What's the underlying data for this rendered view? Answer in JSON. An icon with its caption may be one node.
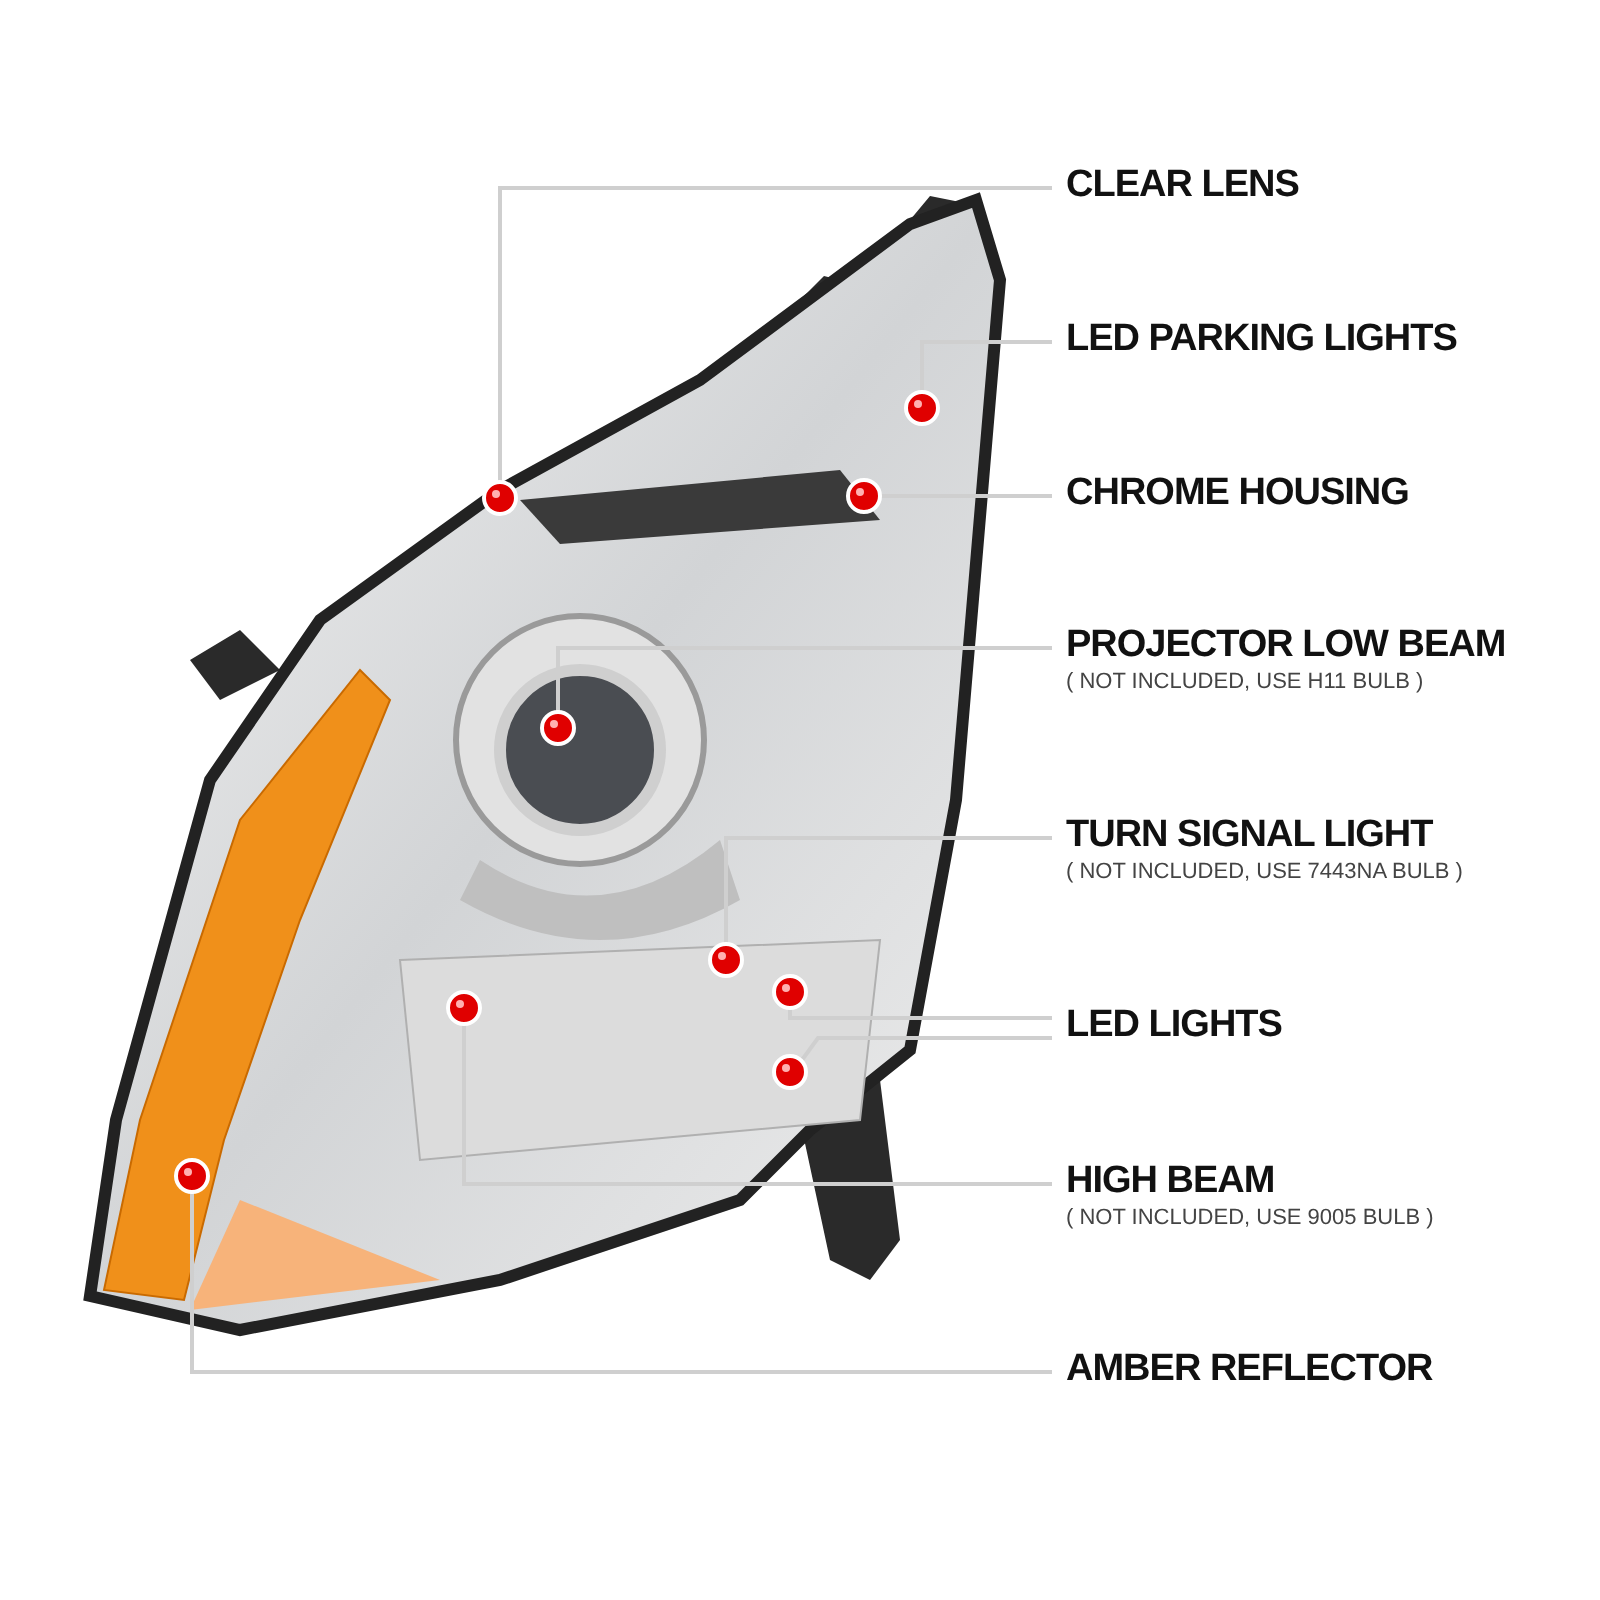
{
  "diagram": {
    "nodes": [
      {
        "text": [
          "CLEAR LENS"
        ]
      },
      {
        "text": [],
        "shape": "circle"
      },
      {
        "text": [
          "LED PARKING LIGHTS"
        ]
      },
      {
        "text": [],
        "shape": "circle"
      },
      {
        "text": [
          "CHROME HOUSING"
        ]
      },
      {
        "text": [],
        "shape": "circle"
      },
      {
        "text": [
          "PROJECTOR LOW BEAM",
          "( NOT INCLUDED, USE H11 BULB )"
        ]
      },
      {
        "text": [],
        "shape": "circle"
      },
      {
        "text": [
          "TURN SIGNAL LIGHT",
          "( NOT INCLUDED, USE 7443NA BULB )"
        ]
      },
      {
        "text": [],
        "shape": "circle"
      },
      {
        "text": [
          "LED LIGHTS"
        ]
      },
      {
        "text": [],
        "shape": "circle"
      },
      {
        "text": [],
        "shape": "circle"
      },
      {
        "text": [
          "HIGH BEAM",
          "( NOT INCLUDED, USE 9005 BULB )"
        ]
      },
      {
        "text": [],
        "shape": "circle"
      },
      {
        "text": [
          "AMBER REFLECTOR"
        ]
      },
      {
        "text": [],
        "shape": "circle"
      }
    ],
    "edges": [
      {
        "from": 0,
        "to": 1,
        "arrow": "none"
      },
      {
        "from": 2,
        "to": 3,
        "arrow": "none"
      },
      {
        "from": 4,
        "to": 5,
        "arrow": "none"
      },
      {
        "from": 6,
        "to": 7,
        "arrow": "none"
      },
      {
        "from": 8,
        "to": 9,
        "arrow": "none"
      },
      {
        "from": 10,
        "to": 11,
        "arrow": "none"
      },
      {
        "from": 10,
        "to": 12,
        "arrow": "none"
      },
      {
        "from": 13,
        "to": 14,
        "arrow": "none"
      },
      {
        "from": 15,
        "to": 16,
        "arrow": "none"
      }
    ]
  }
}
